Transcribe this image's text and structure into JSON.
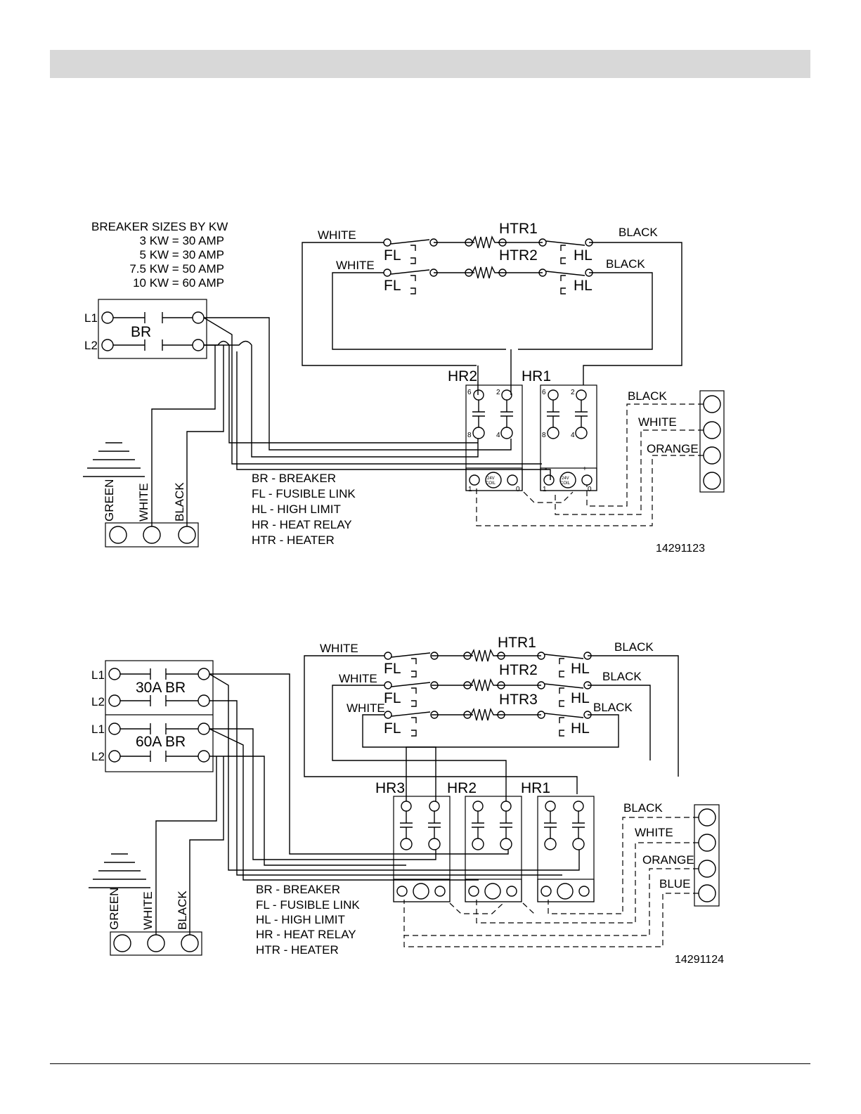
{
  "diagram1": {
    "breaker_sizes": {
      "title": "BREAKER SIZES BY KW",
      "rows": [
        "3 KW = 30 AMP",
        "5 KW = 30 AMP",
        "7.5 KW = 50 AMP",
        "10 KW = 60 AMP"
      ]
    },
    "breaker": {
      "label": "BR",
      "l1": "L1",
      "l2": "L2"
    },
    "heaters": [
      "HTR1",
      "HTR2"
    ],
    "fusible_link": "FL",
    "high_limit": "HL",
    "wire_labels": {
      "white": "WHITE",
      "black": "BLACK",
      "orange": "ORANGE",
      "green": "GREEN"
    },
    "relays": [
      "HR2",
      "HR1"
    ],
    "relay_pins": {
      "p6": "6",
      "p2": "2",
      "p8": "8",
      "p4": "4",
      "p1": "1",
      "p0": "0",
      "minus": "-",
      "plus": "+",
      "coil_top": "24V",
      "coil_bottom": "COIL"
    },
    "legend": [
      "BR - BREAKER",
      "FL - FUSIBLE LINK",
      "HL - HIGH LIMIT",
      "HR - HEAT RELAY",
      "HTR - HEATER"
    ],
    "part_number": "14291123"
  },
  "diagram2": {
    "breakers": [
      {
        "label": "30A BR",
        "l1": "L1",
        "l2": "L2"
      },
      {
        "label": "60A BR",
        "l1": "L1",
        "l2": "L2"
      }
    ],
    "heaters": [
      "HTR1",
      "HTR2",
      "HTR3"
    ],
    "fusible_link": "FL",
    "high_limit": "HL",
    "wire_labels": {
      "white": "WHITE",
      "black": "BLACK",
      "orange": "ORANGE",
      "blue": "BLUE",
      "green": "GREEN"
    },
    "relays": [
      "HR3",
      "HR2",
      "HR1"
    ],
    "legend": [
      "BR - BREAKER",
      "FL - FUSIBLE LINK",
      "HL - HIGH LIMIT",
      "HR - HEAT RELAY",
      "HTR - HEATER"
    ],
    "part_number": "14291124"
  }
}
